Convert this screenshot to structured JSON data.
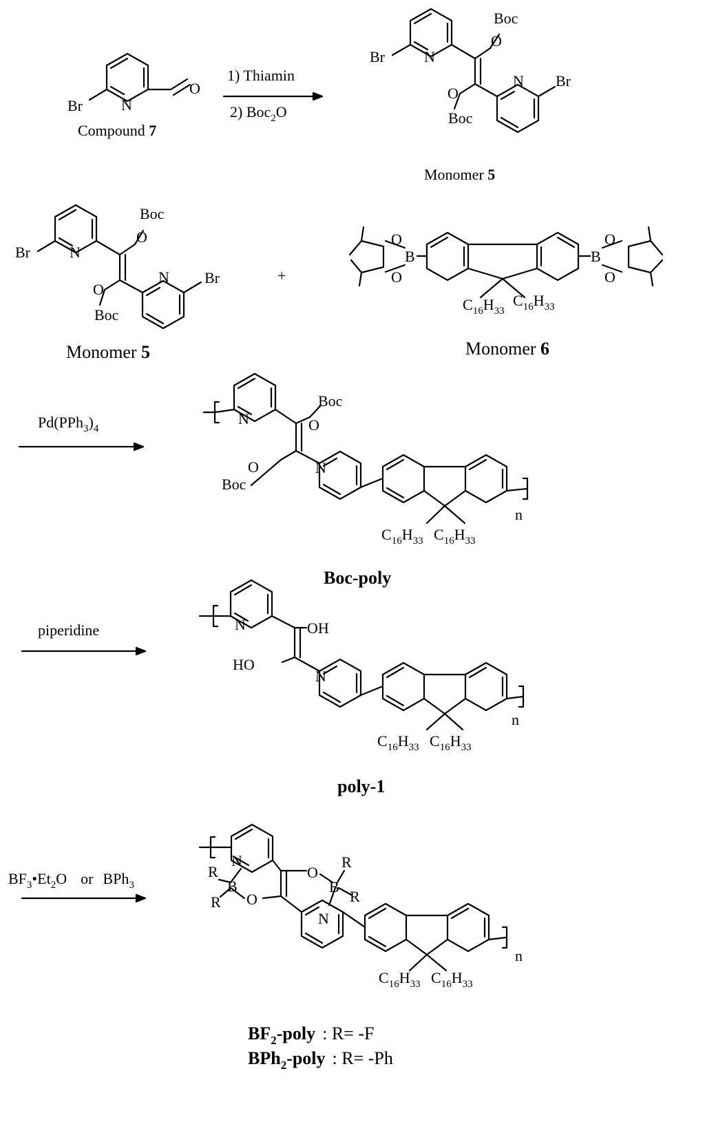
{
  "step1": {
    "reactant_label": "Compound",
    "reactant_number": "7",
    "reagent_1": "1) Thiamin",
    "reagent_2_prefix": "2) Boc",
    "reagent_2_sub": "2",
    "reagent_2_suffix": "O",
    "product_label": "Monomer",
    "product_number": "5"
  },
  "step2": {
    "monomer_a_label": "Monomer",
    "monomer_a_number": "5",
    "plus": "+",
    "monomer_b_label": "Monomer",
    "monomer_b_number": "6",
    "reagent_prefix": "Pd(PPh",
    "reagent_sub1": "3",
    "reagent_mid": ")",
    "reagent_sub2": "4",
    "product_name": "Boc-poly"
  },
  "step3": {
    "reagent": "piperidine",
    "product_name": "poly-1"
  },
  "step4": {
    "reagent_a_prefix": "BF",
    "reagent_a_sub1": "3",
    "reagent_a_mid": "•Et",
    "reagent_a_sub2": "2",
    "reagent_a_suffix": "O",
    "reagent_or": "or",
    "reagent_b_prefix": "BPh",
    "reagent_b_sub": "3",
    "product_1_prefix": "BF",
    "product_1_sub": "2",
    "product_1_suffix": "-poly",
    "product_1_def": "R= -F",
    "product_2_prefix": "BPh",
    "product_2_sub": "2",
    "product_2_suffix": "-poly",
    "product_2_def": "R= -Ph"
  },
  "atoms": {
    "br": "Br",
    "n": "N",
    "o": "O",
    "oh": "OH",
    "ho": "HO",
    "boc": "Boc",
    "b": "B",
    "r": "R",
    "c": "C",
    "h": "H",
    "chain_sub_a": "16",
    "chain_sub_b": "33",
    "repeat": "n"
  }
}
